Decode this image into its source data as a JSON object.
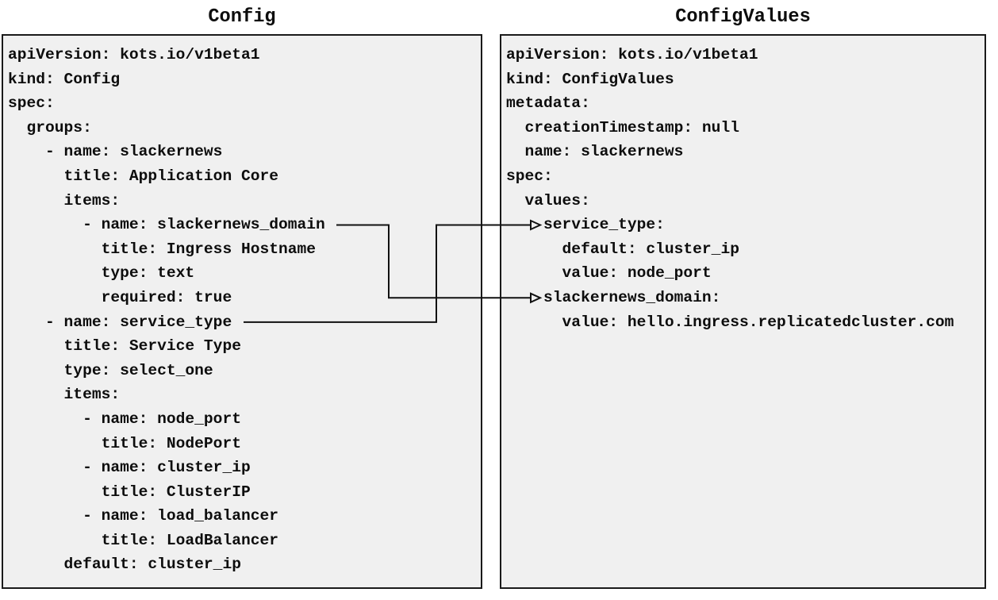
{
  "panels": {
    "left": {
      "title": "Config",
      "lines": [
        "apiVersion: kots.io/v1beta1",
        "kind: Config",
        "spec:",
        "  groups:",
        "    - name: slackernews",
        "      title: Application Core",
        "      items:",
        "        - name: slackernews_domain",
        "          title: Ingress Hostname",
        "          type: text",
        "          required: true",
        "    - name: service_type",
        "      title: Service Type",
        "      type: select_one",
        "      items:",
        "        - name: node_port",
        "          title: NodePort",
        "        - name: cluster_ip",
        "          title: ClusterIP",
        "        - name: load_balancer",
        "          title: LoadBalancer",
        "      default: cluster_ip"
      ]
    },
    "right": {
      "title": "ConfigValues",
      "lines": [
        "apiVersion: kots.io/v1beta1",
        "kind: ConfigValues",
        "metadata:",
        "  creationTimestamp: null",
        "  name: slackernews",
        "spec:",
        "  values:",
        "    service_type:",
        "      default: cluster_ip",
        "      value: node_port",
        "    slackernews_domain:",
        "      value: hello.ingress.replicatedcluster.com"
      ]
    }
  },
  "connections": [
    {
      "from": "slackernews_domain",
      "to": "slackernews_domain"
    },
    {
      "from": "service_type",
      "to": "service_type"
    }
  ],
  "colors": {
    "page_bg": "#ffffff",
    "box_fill": "#f0f0f0",
    "box_border": "#1a1a1a",
    "text": "#0d0d0d",
    "arrow": "#111111"
  }
}
